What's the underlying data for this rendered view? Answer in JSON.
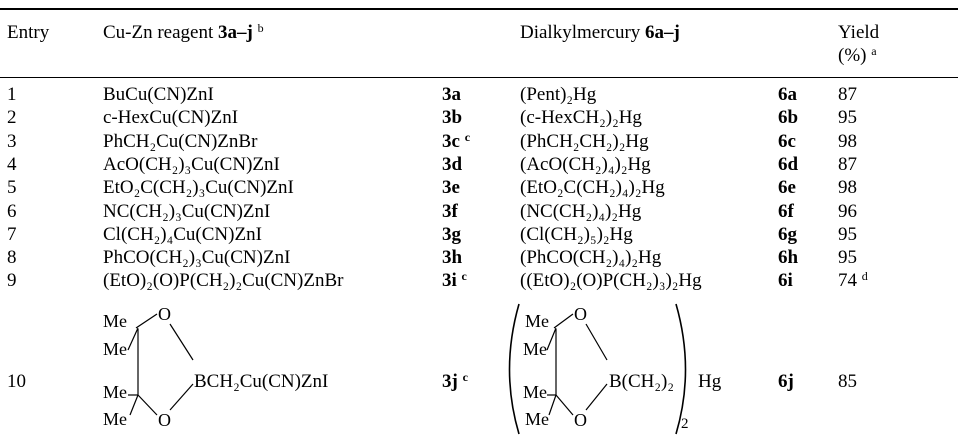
{
  "header": {
    "entry": "Entry",
    "reagent": "Cu-Zn reagent ",
    "reagent_bold": "3a–j",
    "reagent_sup": "b",
    "mercury": "Dialkylmercury ",
    "mercury_bold": "6a–j",
    "yield_line1": "Yield",
    "yield_line2": "(%)",
    "yield_sup": "a"
  },
  "rows": [
    {
      "entry": "1",
      "reagent": "BuCu(CN)ZnI",
      "rid": "3a",
      "mercury": "(Pent)₂Hg",
      "mid": "6a",
      "yield": "87"
    },
    {
      "entry": "2",
      "reagent": "c-HexCu(CN)ZnI",
      "rid": "3b",
      "mercury": "(c-HexCH₂)₂Hg",
      "mid": "6b",
      "yield": "95"
    },
    {
      "entry": "3",
      "reagent": "PhCH₂Cu(CN)ZnBr",
      "rid": "3c",
      "rid_sup": "c",
      "mercury": "(PhCH₂CH₂)₂Hg",
      "mid": "6c",
      "yield": "98"
    },
    {
      "entry": "4",
      "reagent": "AcO(CH₂)₃Cu(CN)ZnI",
      "rid": "3d",
      "mercury": "(AcO(CH₂)₄)₂Hg",
      "mid": "6d",
      "yield": "87"
    },
    {
      "entry": "5",
      "reagent": "EtO₂C(CH₂)₃Cu(CN)ZnI",
      "rid": "3e",
      "mercury": "(EtO₂C(CH₂)₄)₂Hg",
      "mid": "6e",
      "yield": "98"
    },
    {
      "entry": "6",
      "reagent": "NC(CH₂)₃Cu(CN)ZnI",
      "rid": "3f",
      "mercury": "(NC(CH₂)₄)₂Hg",
      "mid": "6f",
      "yield": "96"
    },
    {
      "entry": "7",
      "reagent": "Cl(CH₂)₄Cu(CN)ZnI",
      "rid": "3g",
      "mercury": "(Cl(CH₂)₅)₂Hg",
      "mid": "6g",
      "yield": "95"
    },
    {
      "entry": "8",
      "reagent": "PhCO(CH₂)₃Cu(CN)ZnI",
      "rid": "3h",
      "mercury": "(PhCO(CH₂)₄)₂Hg",
      "mid": "6h",
      "yield": "95"
    },
    {
      "entry": "9",
      "reagent": "(EtO)₂(O)P(CH₂)₂Cu(CN)ZnBr",
      "rid": "3i",
      "rid_sup": "c",
      "mercury": "((EtO)₂(O)P(CH₂)₃)₂Hg",
      "mid": "6i",
      "yield": "74",
      "yield_sup": "d"
    }
  ],
  "row10": {
    "entry": "10",
    "ring_me": [
      "Me",
      "Me",
      "Me",
      "Me"
    ],
    "ring_o": [
      "O",
      "O"
    ],
    "reagent_tail": "BCH₂Cu(CN)ZnI",
    "rid": "3j",
    "rid_sup": "c",
    "mercury_tail": "B(CH₂)₂",
    "mercury_hg": "Hg",
    "mercury_sub": "2",
    "mid": "6j",
    "yield": "85"
  }
}
